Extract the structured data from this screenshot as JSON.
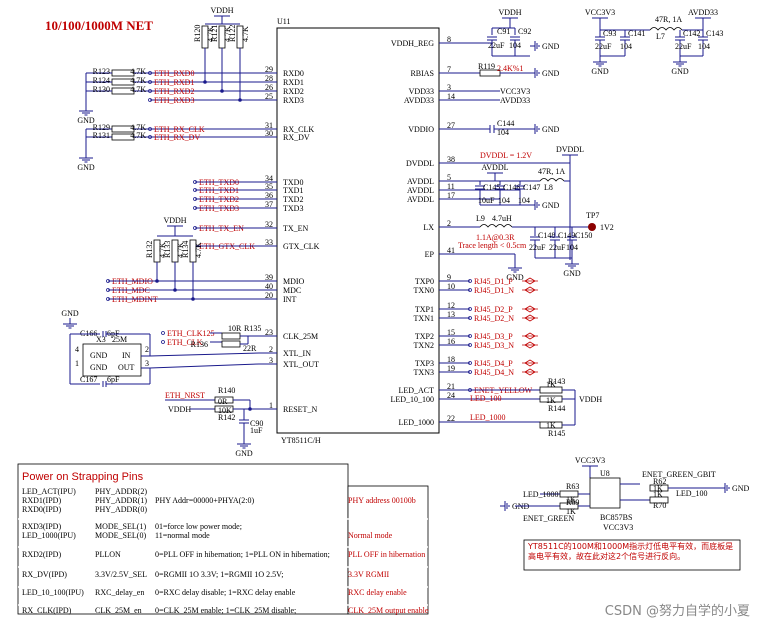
{
  "title": "10/100/1000M NET",
  "chip": {
    "ref": "U11",
    "part": "YT8511C/H",
    "left_pins": [
      {
        "name": "RXD0",
        "num": "29"
      },
      {
        "name": "RXD1",
        "num": "28"
      },
      {
        "name": "RXD2",
        "num": "26"
      },
      {
        "name": "RXD3",
        "num": "25"
      },
      {
        "name": "RX_CLK",
        "num": "31"
      },
      {
        "name": "RX_DV",
        "num": "30"
      },
      {
        "name": "TXD0",
        "num": "34"
      },
      {
        "name": "TXD1",
        "num": "35"
      },
      {
        "name": "TXD2",
        "num": "36"
      },
      {
        "name": "TXD3",
        "num": "37"
      },
      {
        "name": "TX_EN",
        "num": "32"
      },
      {
        "name": "GTX_CLK",
        "num": "33"
      },
      {
        "name": "MDIO",
        "num": "39"
      },
      {
        "name": "MDC",
        "num": "40"
      },
      {
        "name": "INT",
        "num": "20"
      },
      {
        "name": "CLK_25M",
        "num": "23"
      },
      {
        "name": "XTL_IN",
        "num": "2"
      },
      {
        "name": "XTL_OUT",
        "num": "3"
      },
      {
        "name": "RESET_N",
        "num": "1"
      }
    ],
    "right_pins": [
      {
        "name": "VDDH_REG",
        "num": "8"
      },
      {
        "name": "RBIAS",
        "num": "7"
      },
      {
        "name": "VDD33",
        "num": "3"
      },
      {
        "name": "AVDD33",
        "num": "14"
      },
      {
        "name": "VDDIO",
        "num": "27"
      },
      {
        "name": "DVDDL",
        "num": "38"
      },
      {
        "name": "AVDDL",
        "num": "5"
      },
      {
        "name": "AVDDL",
        "num": "11"
      },
      {
        "name": "AVDDL",
        "num": "17"
      },
      {
        "name": "LX",
        "num": "2"
      },
      {
        "name": "EP",
        "num": "41"
      },
      {
        "name": "TXP0",
        "num": "9"
      },
      {
        "name": "TXN0",
        "num": "10"
      },
      {
        "name": "TXP1",
        "num": "12"
      },
      {
        "name": "TXN1",
        "num": "13"
      },
      {
        "name": "TXP2",
        "num": "15"
      },
      {
        "name": "TXN2",
        "num": "16"
      },
      {
        "name": "TXP3",
        "num": "18"
      },
      {
        "name": "TXN3",
        "num": "19"
      },
      {
        "name": "LED_ACT",
        "num": "21"
      },
      {
        "name": "LED_10_100",
        "num": "24"
      },
      {
        "name": "LED_1000",
        "num": "22"
      }
    ]
  },
  "nets": {
    "rx": [
      "ETH_RXD0",
      "ETH_RXD1",
      "ETH_RXD2",
      "ETH_RXD3"
    ],
    "rx_clk": "ETH_RX_CLK",
    "rx_dv": "ETH_RX_DV",
    "tx": [
      "ETH_TXD0",
      "ETH_TXD1",
      "ETH_TXD2",
      "ETH_TXD3"
    ],
    "tx_en": "ETH_TX_EN",
    "gtx_clk": "ETH_GTX_CLK",
    "mdio": "ETH_MDIO",
    "mdc": "ETH_MDC",
    "mdint": "ETH_MDINT",
    "clk125": "ETH_CLK125",
    "clk": "ETH_CLK",
    "nrst": "ETH_NRST",
    "rj45": [
      "RJ45_D1_P",
      "RJ45_D1_N",
      "RJ45_D2_P",
      "RJ45_D2_N",
      "RJ45_D3_P",
      "RJ45_D3_N",
      "RJ45_D4_P",
      "RJ45_D4_N"
    ],
    "enet_yellow": "ENET_YELLOW",
    "led_100": "LED_100",
    "led_1000": "LED_1000",
    "enet_green": "ENET_GREEN",
    "enet_green_gbit": "ENET_GREEN_GBIT"
  },
  "power": {
    "vddh": "VDDH",
    "vcc3v3": "VCC3V3",
    "avdd33": "AVDD33",
    "avddl": "AVDDL",
    "dvddl": "DVDDL",
    "dvddl_note": "DVDDL = 1.2V",
    "gnd": "GND"
  },
  "components": {
    "r123": "R123",
    "r124": "R124",
    "r130": "R130",
    "r129": "R129",
    "r131": "R131",
    "r120": "R120",
    "r121": "R121",
    "r122": "R122",
    "r4k7": "4.7K",
    "r132": "R132",
    "r133": "R133",
    "r134": "R134",
    "r135": "R135",
    "r136": "R136",
    "r10r": "10R",
    "r22r": "22R",
    "r140": "R140",
    "r141": "R141",
    "r142": "R142",
    "r0r": "0R",
    "r10k": "10K",
    "r119": "R119",
    "r119v": "2.4K%1",
    "c90": "C90",
    "c90v": "1uF",
    "c166": "C166",
    "c167": "C167",
    "c6pf": "6pF",
    "x3": "X3",
    "x3f": "25M",
    "xgnd": "GND",
    "xin": "IN",
    "xout": "OUT",
    "c91": "C91",
    "c92": "C92",
    "c22u": "22uF",
    "c104": "104",
    "c93": "C93",
    "c141": "C141",
    "c142": "C142",
    "c143": "C143",
    "l7": "L7",
    "l7v": "47R, 1A",
    "c144": "C144",
    "c145": "C145",
    "c146": "C146",
    "c147": "C147",
    "c148": "C148",
    "c149": "C149",
    "c150": "C150",
    "c10u": "10uF",
    "l8": "L8",
    "l8v": "47R, 1A",
    "l9": "L9",
    "l9v": "4.7uH",
    "l9n": "1.1A@0.3R",
    "l9t": "Trace length < 0.5cm",
    "tp7": "TP7",
    "tp7v": "1V2",
    "r143": "R143",
    "r144": "R144",
    "r145": "R145",
    "r1k": "1K",
    "u8": "U8",
    "q": "BC857BS",
    "r63": "R63",
    "r69": "R69",
    "r62": "R62",
    "r70": "R70",
    "r1kb": "1K"
  },
  "strap": {
    "header": "Power on Strapping Pins",
    "rows": [
      {
        "pin": "LED_ACT(IPU)\nRXD1(IPD)\nRXD0(IPD)",
        "func": "PHY_ADDR(2)\nPHY_ADDR(1)\nPHY_ADDR(0)",
        "desc": "PHY Addr=00000+PHYA(2:0)",
        "note": "PHY address 00100b"
      },
      {
        "pin": "RXD3(IPD)\nLED_1000(IPU)",
        "func": "MODE_SEL(1)\nMODE_SEL(0)",
        "desc": "01=force low power mode;\n11=normal mode",
        "note": "Normal mode"
      },
      {
        "pin": "RXD2(IPD)",
        "func": "PLLON",
        "desc": "0=PLL OFF in hibernation;  1=PLL ON in hibernation;",
        "note": "PLL OFF in hibernation"
      },
      {
        "pin": "RX_DV(IPD)",
        "func": "3.3V/2.5V_SEL",
        "desc": "0=RGMII 1O 3.3V;        1=RGMII 1O 2.5V;",
        "note": "3.3V RGMII"
      },
      {
        "pin": "LED_10_100(IPU)",
        "func": "RXC_delay_en",
        "desc": "0=RXC delay disable;     1=RXC delay enable",
        "note": "RXC delay enable"
      },
      {
        "pin": "RX_CLK(IPD)",
        "func": "CLK_25M_en",
        "desc": "0=CLK_25M enable;        1=CLK_25M disable;",
        "note": "CLK_25M output enable"
      }
    ]
  },
  "note_cn": "YT8511C的100M和1000M指示灯低电平有效，而底板是高电平有效，故在此对这2个信号进行反向。",
  "watermark": "CSDN @努力自学的小夏"
}
